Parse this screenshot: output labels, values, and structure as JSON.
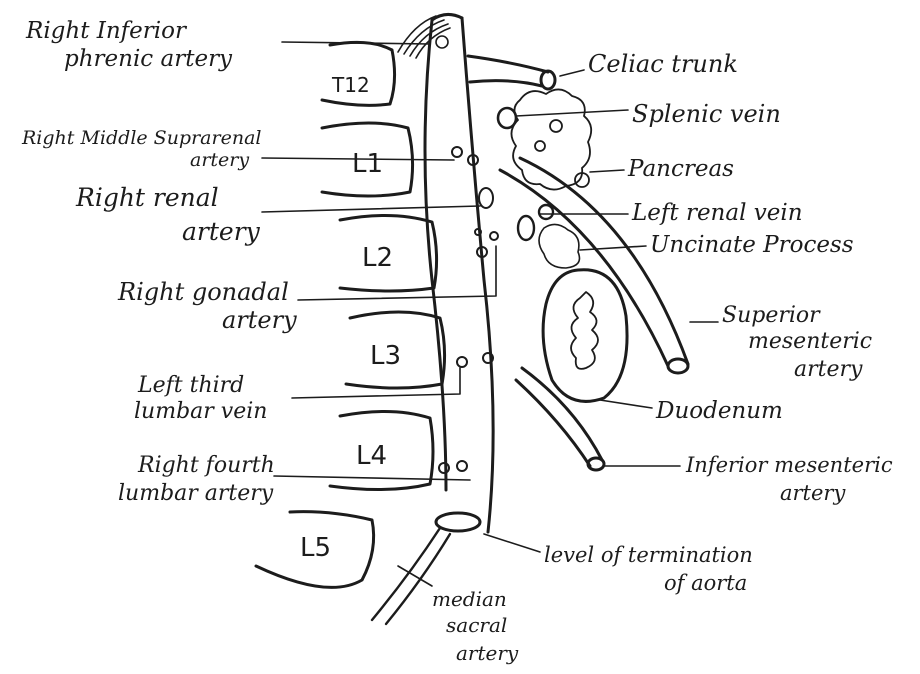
{
  "vertebrae": [
    "T12",
    "L1",
    "L2",
    "L3",
    "L4",
    "L5"
  ],
  "left_labels": {
    "inferior_phrenic": [
      "Right Inferior",
      "phrenic artery"
    ],
    "middle_suprarenal": [
      "Right Middle Suprarenal",
      "artery"
    ],
    "renal_artery": [
      "Right renal",
      "artery"
    ],
    "gonadal": [
      "Right gonadal",
      "artery"
    ],
    "third_lumbar_vein": [
      "Left third",
      "lumbar vein"
    ],
    "fourth_lumbar": [
      "Right fourth",
      "lumbar artery"
    ]
  },
  "right_labels": {
    "celiac": "Celiac trunk",
    "splenic": "Splenic vein",
    "pancreas": "Pancreas",
    "renal_vein": "Left renal vein",
    "uncinate": "Uncinate Process",
    "sma": [
      "Superior",
      "mesenteric",
      "artery"
    ],
    "duodenum": "Duodenum",
    "ima": [
      "Inferior mesenteric",
      "artery"
    ],
    "termination": [
      "level of termination",
      "of aorta"
    ]
  },
  "bottom_labels": {
    "median_sacral": [
      "median",
      "sacral",
      "artery"
    ]
  }
}
